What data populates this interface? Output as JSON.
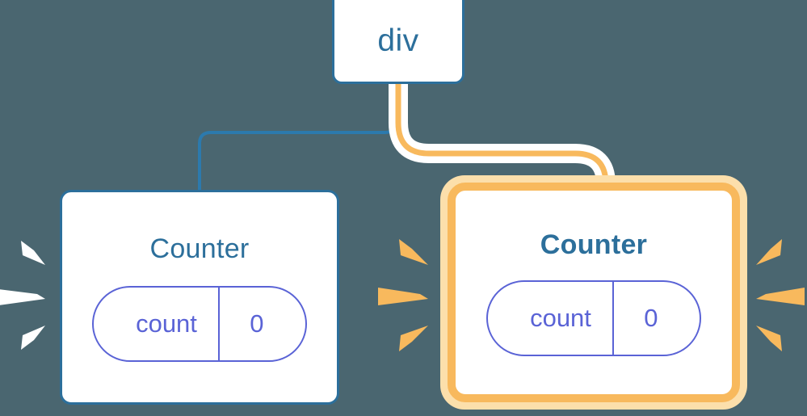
{
  "diagram": {
    "title": "React component tree re-render highlight",
    "background_color": "#4a6670",
    "type": "component-tree"
  },
  "nodes": {
    "root": {
      "label": "div",
      "border_color": "#2c6f9b",
      "text_color": "#2c6f9b"
    },
    "counter_left": {
      "label": "Counter",
      "border_color": "#2c6f9b",
      "text_color": "#2c6f9b",
      "highlighted": "false",
      "state": {
        "key": "count",
        "value": "0",
        "color": "#5a63d6"
      }
    },
    "counter_right": {
      "label": "Counter",
      "border_color": "#f8b95d",
      "halo_color": "#fcdfab",
      "text_color": "#2c6f9b",
      "highlighted": "true",
      "state": {
        "key": "count",
        "value": "0",
        "color": "#5a63d6"
      }
    }
  },
  "edges": {
    "to_left": {
      "color": "#2c7aad",
      "from": "div",
      "to": "Counter (left)",
      "active": "false"
    },
    "to_right": {
      "color": "#f8b95d",
      "halo_color": "#ffffff",
      "from": "div",
      "to": "Counter (right)",
      "active": "true"
    }
  },
  "bursts": {
    "left": {
      "name": "sparkle-burst-white",
      "color": "#ffffff"
    },
    "middle": {
      "name": "sparkle-burst-orange",
      "color": "#f8b95d"
    },
    "right": {
      "name": "sparkle-burst-orange",
      "color": "#f8b95d"
    }
  }
}
